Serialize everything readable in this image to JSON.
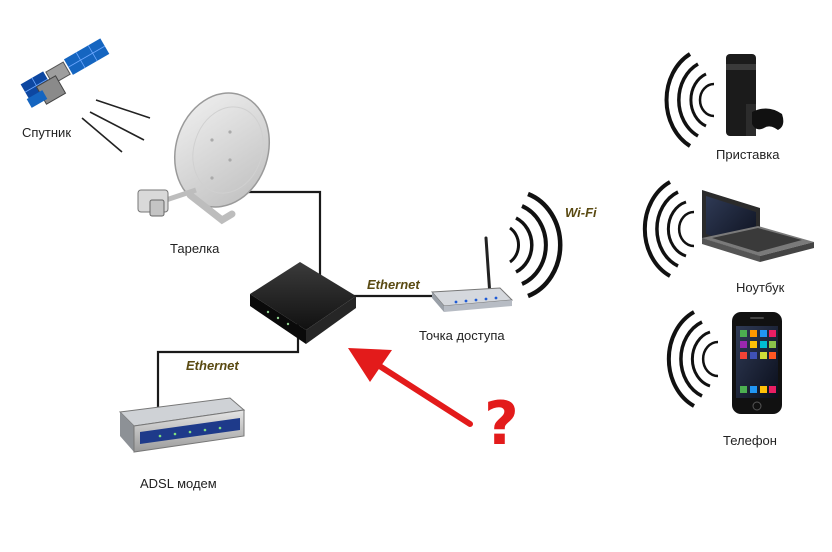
{
  "labels": {
    "satellite": "Спутник",
    "dish": "Тарелка",
    "access_point": "Точка доступа",
    "adsl_modem": "ADSL модем",
    "console": "Приставка",
    "laptop": "Ноутбук",
    "phone": "Телефон"
  },
  "links": {
    "ethernet_to_ap": "Ethernet",
    "ethernet_to_modem": "Ethernet",
    "wifi": "Wi-Fi"
  },
  "question": "?",
  "colors": {
    "cable": "#1a1a1a",
    "arrow": "#e31b1b",
    "link_text": "#5a4a12"
  },
  "icons": [
    "satellite-icon",
    "satellite-dish-icon",
    "tv-receiver-icon",
    "wifi-access-point-icon",
    "adsl-modem-icon",
    "game-console-icon",
    "laptop-icon",
    "smartphone-icon",
    "wifi-waves-icon"
  ]
}
